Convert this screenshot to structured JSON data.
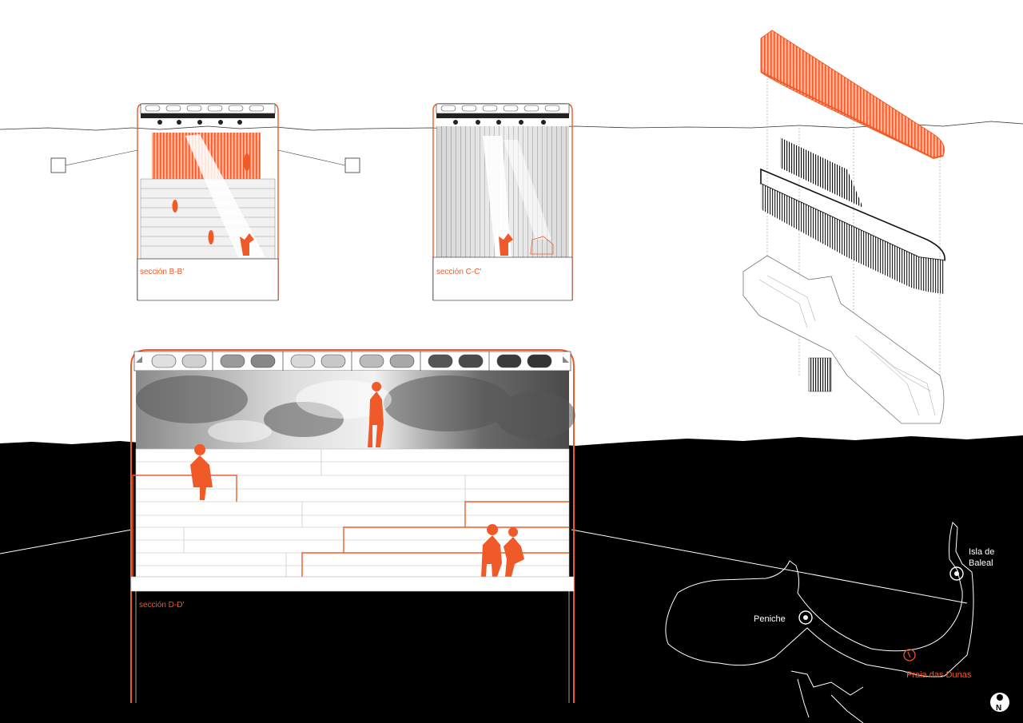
{
  "sections": {
    "b": {
      "label": "sección B-B'"
    },
    "c": {
      "label": "sección C-C'"
    },
    "d": {
      "label": "sección D-D'"
    }
  },
  "map": {
    "places": {
      "peniche": "Peniche",
      "baleal_line1": "Isla de",
      "baleal_line2": "Baleal",
      "praia": "Praia das Dunas"
    },
    "north": "N"
  },
  "colors": {
    "accent": "#f05a28",
    "ink": "#111111",
    "ground": "#000000",
    "paper": "#ffffff"
  }
}
